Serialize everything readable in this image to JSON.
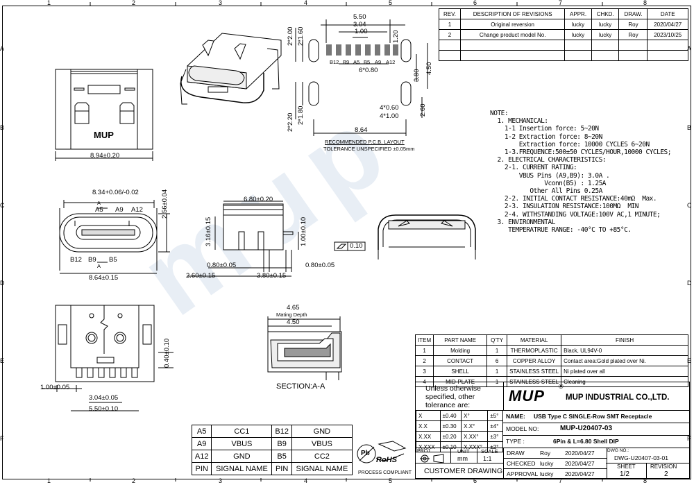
{
  "ruler_top": [
    "1",
    "2",
    "3",
    "4",
    "5",
    "6",
    "7",
    "8"
  ],
  "ruler_bottom": [
    "1",
    "2",
    "3",
    "4",
    "5",
    "6",
    "7",
    "8"
  ],
  "ruler_side": [
    "A",
    "B",
    "C",
    "D",
    "E",
    "F"
  ],
  "revisions": {
    "headers": [
      "REV.",
      "DESCRIPTION OF REVISIONS",
      "APPR.",
      "CHKD.",
      "DRAW.",
      "DATE"
    ],
    "rows": [
      {
        "rev": "1",
        "desc": "Original reversion",
        "appr": "lucky",
        "chkd": "lucky",
        "draw": "Roy",
        "date": "2020/04/27"
      },
      {
        "rev": "2",
        "desc": "Change product model No.",
        "appr": "lucky",
        "chkd": "lucky",
        "draw": "Roy",
        "date": "2023/10/25"
      }
    ]
  },
  "pcb_layout": {
    "title": "RECOMMENDED  P.C.B. LAYOUT",
    "tolerance": "TOLERANCE UNSPECIFIED ±0.05mm",
    "dims": [
      "5.50",
      "3.04",
      "1.00",
      "1.20",
      "2*2.00",
      "2*1.60",
      "3.80",
      "4.50",
      "6*0.80",
      "4*0.60",
      "4*1.00",
      "2.60",
      "2*2.20",
      "2*1.80",
      "8.64"
    ],
    "pins": [
      "B12",
      "B9",
      "A5",
      "B5",
      "A9",
      "A12"
    ]
  },
  "front_view": {
    "width": "8.94±0.20",
    "logo": "MUP"
  },
  "side_view": {
    "dims": [
      "8.34+0.06/-0.02",
      "2.56±0.04",
      "8.64±0.15"
    ],
    "top_pins": [
      "A5",
      "A9",
      "A12"
    ],
    "bottom_pins": [
      "B12",
      "B9",
      "B5"
    ],
    "marker": "A"
  },
  "profile_view": {
    "dims": [
      "6.80±0.20",
      "3.16±0.15",
      "1.00±0.10",
      "0.80±0.05",
      "0.80±0.05",
      "2.60±0.15",
      "3.80±0.15"
    ]
  },
  "flatness": "0.10",
  "bottom_view": {
    "dims": [
      "0.40±0.10",
      "1.00±0.05",
      "3.04±0.05",
      "5.50±0.10"
    ]
  },
  "section": {
    "label": "SECTION:A-A",
    "dims": [
      "4.65",
      "Mating Depth",
      "4.50"
    ]
  },
  "notes": {
    "lines": [
      "NOTE:",
      "  1. MECHANICAL:",
      "    1-1 Insertion force: 5~20N",
      "    1-2 Extraction force: 8~20N",
      "        Extraction force: 10000 CYCLES 6~20N",
      "    1-3.FREQUENCE:500±50 CYCLES/HOUR,10000 CYCLES;",
      "  2. ELECTRICAL CHARACTERISTICS:",
      "    2-1. CURRENT RATING:",
      "        VBUS Pins (A9,B9): 3.0A .",
      "               Vconn(B5) : 1.25A",
      "           Other All Pins 0.25A",
      "    2-2. INITIAL CONTACT RESISTANCE:40mΩ  Max.",
      "    2-3. INSULATION RESISTANCE:100MΩ  MIN",
      "    2-4. WITHSTANDING VOLTAGE:100V AC,1 MINUTE;",
      "  3. ENVIRONMENTAL",
      "     TEMPERATRUE RANGE: -40°C TO +85°C."
    ]
  },
  "bom": {
    "headers": [
      "ITEM",
      "PART NAME",
      "Q'TY",
      "MATERIAL",
      "FINISH"
    ],
    "rows": [
      [
        "1",
        "Molding",
        "1",
        "THERMOPLASTIC",
        "Black, UL94V-0"
      ],
      [
        "2",
        "CONTACT",
        "6",
        "COPPER ALLOY",
        "Contact area:Gold plated over Ni."
      ],
      [
        "3",
        "SHELL",
        "1",
        "STAINLESS STEEL",
        "Ni plated over all"
      ],
      [
        "4",
        "MID-PLATE",
        "1",
        "STAINLESS STEEL",
        "Cleaning"
      ]
    ]
  },
  "pin_table": {
    "rows": [
      [
        "A5",
        "CC1",
        "B12",
        "GND"
      ],
      [
        "A9",
        "VBUS",
        "B9",
        "VBUS"
      ],
      [
        "A12",
        "GND",
        "B5",
        "CC2"
      ],
      [
        "PIN",
        "SIGNAL NAME",
        "PIN",
        "SIGNAL NAME"
      ]
    ]
  },
  "title_block": {
    "tolerance_note": "Unless otherwise specified, other tolerance are:",
    "tolerances": [
      [
        "X",
        "±0.40",
        "X°",
        "±5°"
      ],
      [
        "X.X",
        "±0.30",
        "X.X°",
        "±4°"
      ],
      [
        "X.XX",
        "±0.20",
        "X.XX°",
        "±3°"
      ],
      [
        "X.XXX",
        "±0.10",
        "X.XXX°",
        "±2°"
      ]
    ],
    "company_logo": "MUP",
    "registered": "®",
    "company": "MUP INDUSTRIAL CO.,LTD.",
    "name_label": "NAME:",
    "name": "USB Type C SINGLE-Row SMT Receptacle",
    "model_label": "MODEL NO:",
    "model": "MUP-U20407-03",
    "type_label": "TYPE :",
    "type": "6Pin &  L=6.80 Shell DIP",
    "proj_label": "PROJ.",
    "unit_label": "UNIT",
    "unit": "mm",
    "scale_label": "SCALE",
    "scale": "1:1",
    "customer_drawing": "CUSTOMER  DRAWING",
    "draw_label": "DRAW",
    "draw_name": "Roy",
    "draw_date": "2020/04/27",
    "checked_label": "CHECKED",
    "checked_name": "lucky",
    "checked_date": "2020/04/27",
    "approval_label": "APPROVAL",
    "approval_name": "lucky",
    "approval_date": "2020/04/27",
    "dwg_label": "DWG NO.:",
    "dwg_no": "DWG-U20407-03-01",
    "sheet_label": "SHEET",
    "sheet": "1/2",
    "revision_label": "REVISION",
    "revision": "2",
    "rohs": "RoHS",
    "pb": "Pb",
    "process": "PROCESS COMPLIANT"
  }
}
